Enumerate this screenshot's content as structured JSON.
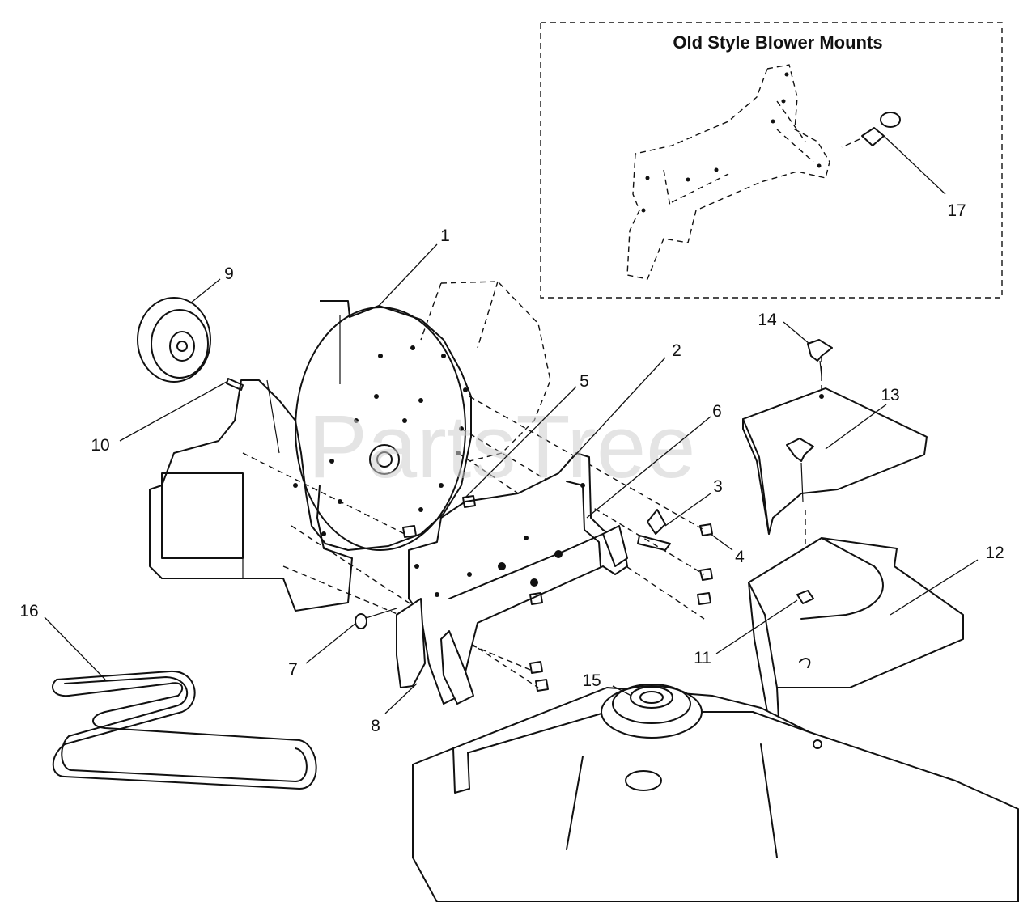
{
  "inset": {
    "title": "Old Style Blower Mounts"
  },
  "watermark": {
    "text": "PartsTree"
  },
  "callouts": [
    "1",
    "2",
    "3",
    "4",
    "5",
    "6",
    "7",
    "8",
    "9",
    "10",
    "11",
    "12",
    "13",
    "14",
    "15",
    "16",
    "17"
  ]
}
